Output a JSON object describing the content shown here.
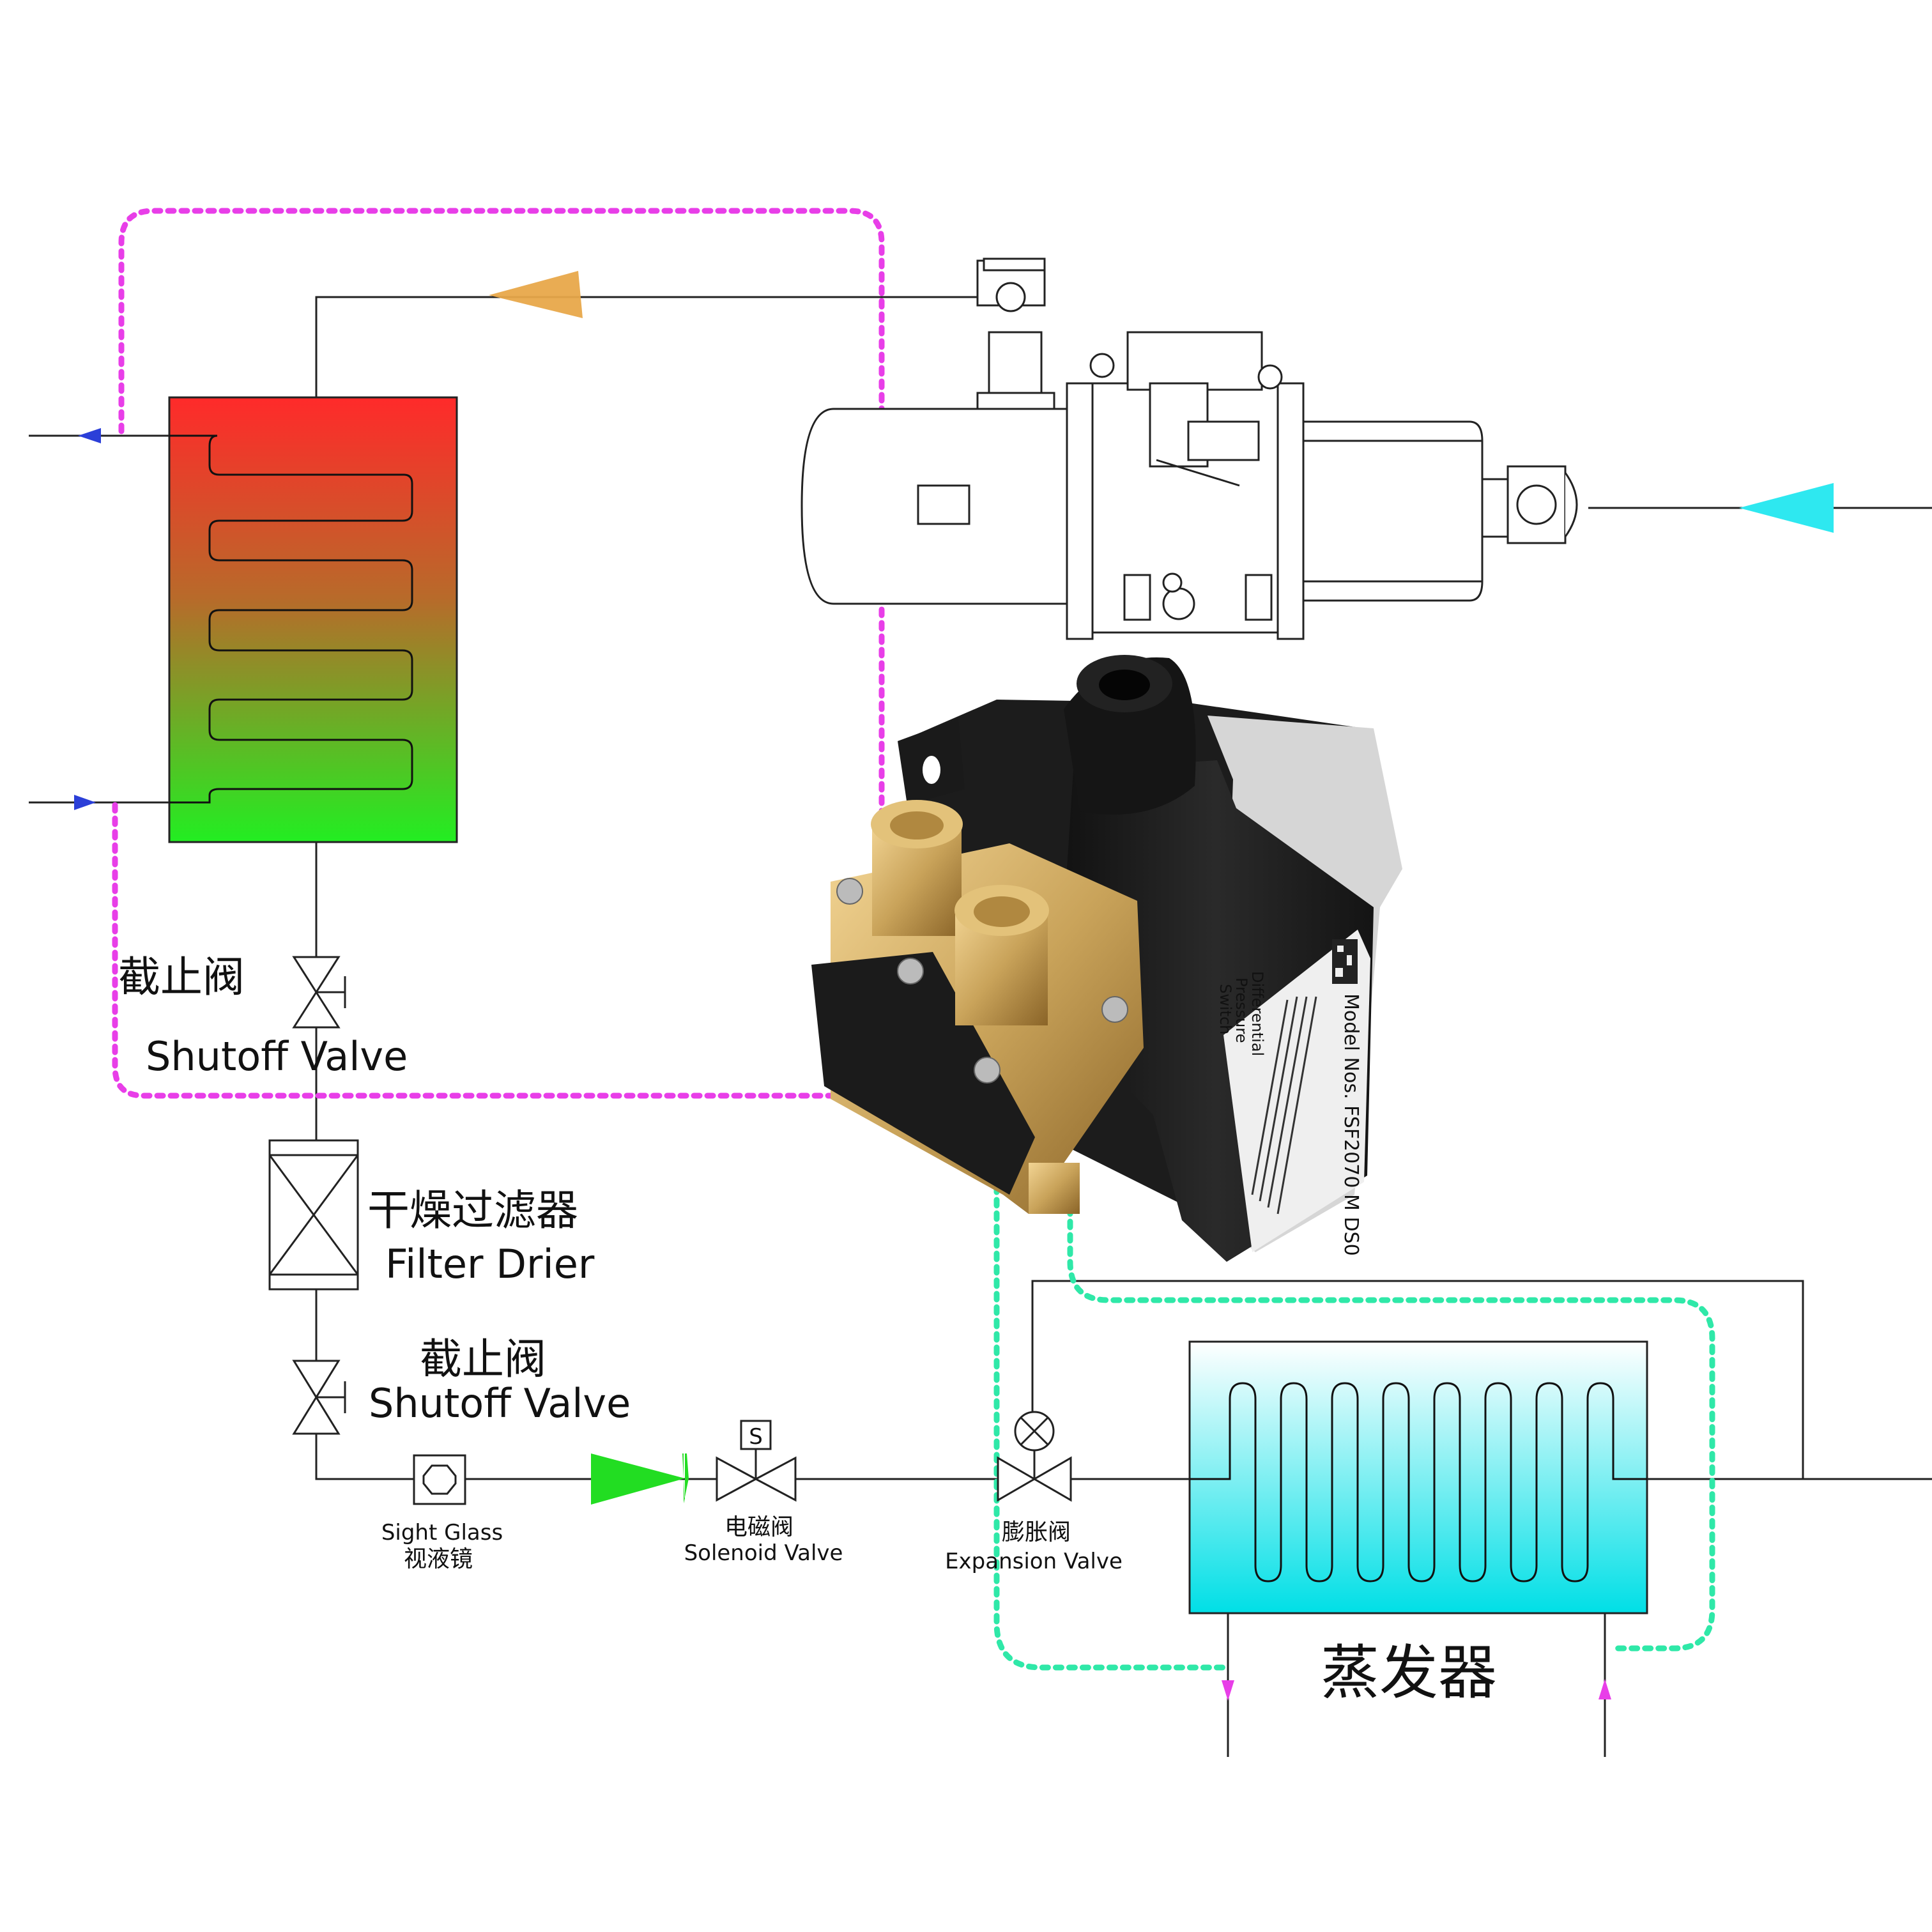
{
  "colors": {
    "condenser_top": "#ff2a2a",
    "condenser_bottom": "#22ee22",
    "evaporator_top": "#ffffff",
    "evaporator_bottom": "#00e0e8",
    "discharge_arrow": "#e8a84a",
    "suction_arrow": "#2ee8f0",
    "liquid_arrow": "#22dd22",
    "high_pressure_capillary": "#e83ee8",
    "low_pressure_capillary": "#2fe8a8",
    "port_arrow_blue": "#2b3fd8",
    "port_arrow_magenta": "#e83ee8",
    "brass": "#c9a35a",
    "switch_body": "#1c1c1c"
  },
  "labels": {
    "shutoff_valve_1_cn": "截止阀",
    "shutoff_valve_1_en": "Shutoff Valve",
    "filter_drier_cn": "干燥过滤器",
    "filter_drier_en": "Filter Drier",
    "shutoff_valve_2_cn": "截止阀",
    "shutoff_valve_2_en": "Shutoff Valve",
    "sight_glass_en": "Sight Glass",
    "sight_glass_cn": "视液镜",
    "solenoid_valve_cn": "电磁阀",
    "solenoid_valve_en": "Solenoid Valve",
    "expansion_valve_cn": "膨胀阀",
    "expansion_valve_en": "Expansion Valve",
    "evaporator_cn": "蒸发器",
    "solenoid_symbol": "S"
  },
  "device_label": {
    "title": "Model Nos. FSF2070 M DS0",
    "side_text": [
      "Differential",
      "Pressure",
      "Switch"
    ]
  },
  "icons": {
    "compressor": "screw-compressor-icon",
    "pressure_switch": "differential-pressure-switch-icon",
    "qr": "qr-code-icon"
  }
}
